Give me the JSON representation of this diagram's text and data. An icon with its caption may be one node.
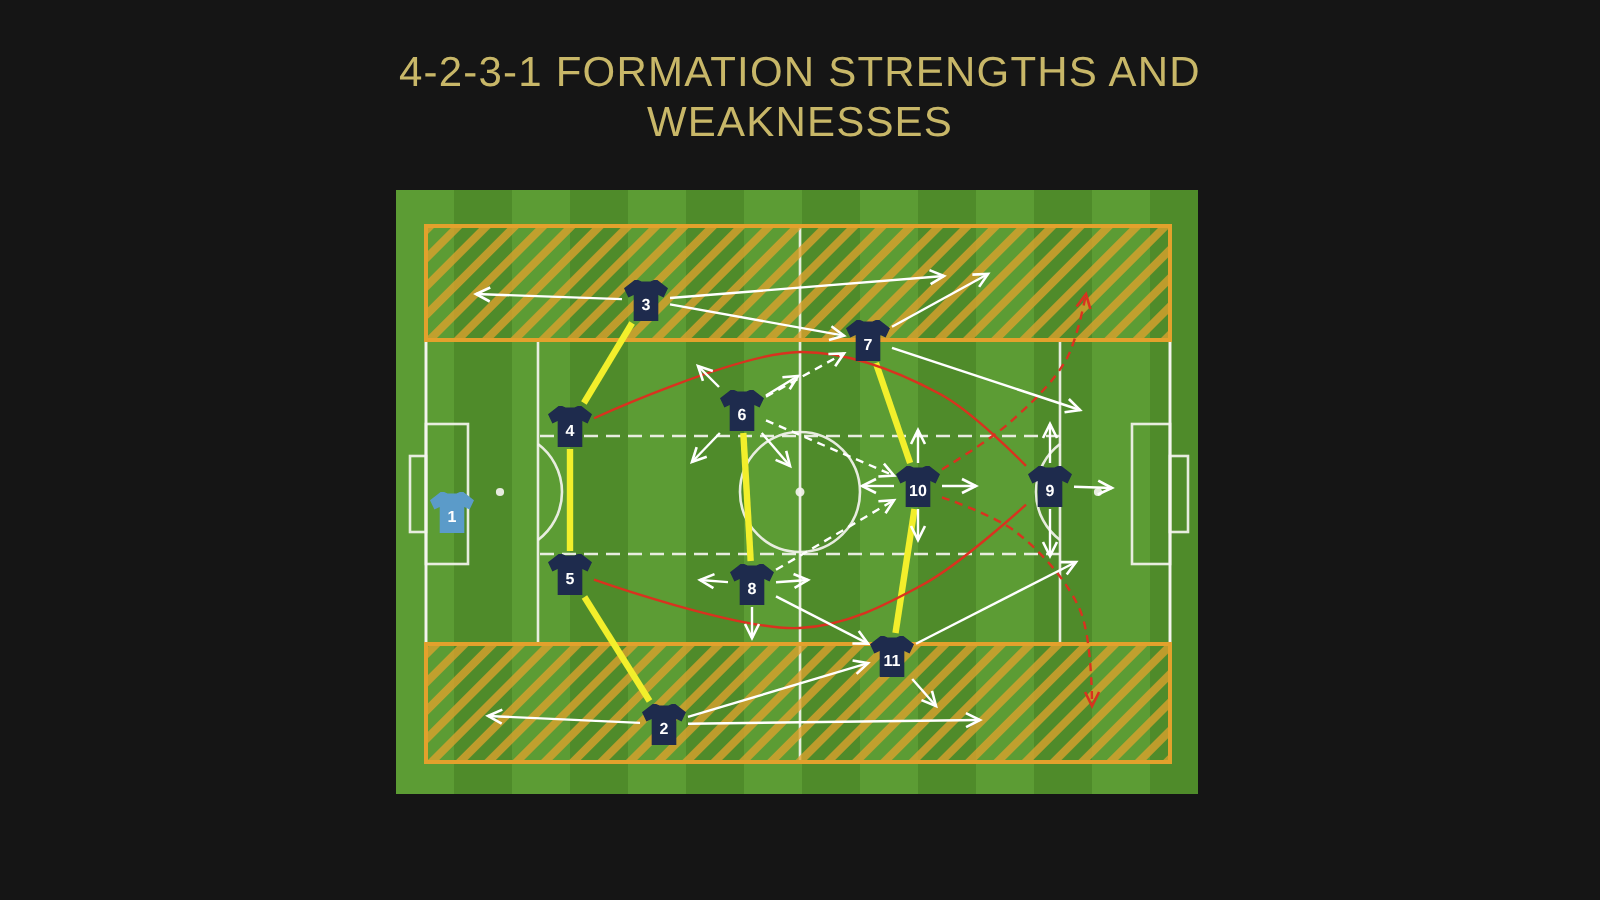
{
  "diagram": {
    "title": "4-2-3-1 FORMATION STRENGTHS AND WEAKNESSES",
    "nodes": [
      {
        "text": [
          "1"
        ]
      },
      {
        "text": [
          "2"
        ]
      },
      {
        "text": [
          "3"
        ]
      },
      {
        "text": [
          "4"
        ]
      },
      {
        "text": [
          "5"
        ]
      },
      {
        "text": [
          "6"
        ]
      },
      {
        "text": [
          "7"
        ]
      },
      {
        "text": [
          "8"
        ]
      },
      {
        "text": [
          "9"
        ]
      },
      {
        "text": [
          "10"
        ]
      },
      {
        "text": [
          "11"
        ]
      }
    ],
    "edges": [
      {
        "from": 2,
        "to": 3,
        "arrow": "none",
        "style": "thick",
        "color": "#f2ef2b"
      },
      {
        "from": 3,
        "to": 4,
        "arrow": "none",
        "style": "thick",
        "color": "#f2ef2b"
      },
      {
        "from": 4,
        "to": 1,
        "arrow": "none",
        "style": "thick",
        "color": "#f2ef2b"
      },
      {
        "from": 5,
        "to": 7,
        "arrow": "none",
        "style": "thick",
        "color": "#f2ef2b"
      },
      {
        "from": 6,
        "to": 9,
        "arrow": "none",
        "style": "thick",
        "color": "#f2ef2b"
      },
      {
        "from": 9,
        "to": 10,
        "arrow": "none",
        "style": "thick",
        "color": "#f2ef2b"
      },
      {
        "from": 3,
        "to": 8,
        "arrow": "none",
        "color": "#d9321f"
      },
      {
        "from": 4,
        "to": 8,
        "arrow": "none",
        "color": "#d9321f"
      },
      {
        "from": 9,
        "to": null,
        "arrow": "to",
        "style": "dashed",
        "color": "#d9321f"
      },
      {
        "from": 9,
        "to": null,
        "arrow": "to",
        "style": "dashed",
        "color": "#d9321f"
      },
      {
        "from": 2,
        "to": null,
        "arrow": "to"
      },
      {
        "from": 2,
        "to": null,
        "arrow": "to"
      },
      {
        "from": 2,
        "to": 6,
        "arrow": "to"
      },
      {
        "from": 6,
        "to": null,
        "arrow": "to"
      },
      {
        "from": 6,
        "to": null,
        "arrow": "to"
      },
      {
        "from": 5,
        "to": null,
        "arrow": "to"
      },
      {
        "from": 5,
        "to": null,
        "arrow": "to"
      },
      {
        "from": 5,
        "to": null,
        "arrow": "to"
      },
      {
        "from": 5,
        "to": null,
        "arrow": "to"
      },
      {
        "from": 5,
        "to": 6,
        "arrow": "to",
        "style": "dashed"
      },
      {
        "from": 5,
        "to": 9,
        "arrow": "to",
        "style": "dashed"
      },
      {
        "from": 7,
        "to": null,
        "arrow": "to"
      },
      {
        "from": 7,
        "to": null,
        "arrow": "to"
      },
      {
        "from": 7,
        "to": null,
        "arrow": "to"
      },
      {
        "from": 7,
        "to": 9,
        "arrow": "to",
        "style": "dashed"
      },
      {
        "from": 7,
        "to": 10,
        "arrow": "to"
      },
      {
        "from": 9,
        "to": null,
        "arrow": "to"
      },
      {
        "from": 9,
        "to": null,
        "arrow": "to"
      },
      {
        "from": 9,
        "to": null,
        "arrow": "to"
      },
      {
        "from": 9,
        "to": null,
        "arrow": "to"
      },
      {
        "from": 8,
        "to": null,
        "arrow": "to"
      },
      {
        "from": 8,
        "to": null,
        "arrow": "to"
      },
      {
        "from": 8,
        "to": null,
        "arrow": "to"
      },
      {
        "from": 1,
        "to": null,
        "arrow": "to"
      },
      {
        "from": 1,
        "to": null,
        "arrow": "to"
      },
      {
        "from": 1,
        "to": 10,
        "arrow": "to"
      },
      {
        "from": 10,
        "to": null,
        "arrow": "to"
      },
      {
        "from": 10,
        "to": null,
        "arrow": "to"
      }
    ]
  }
}
